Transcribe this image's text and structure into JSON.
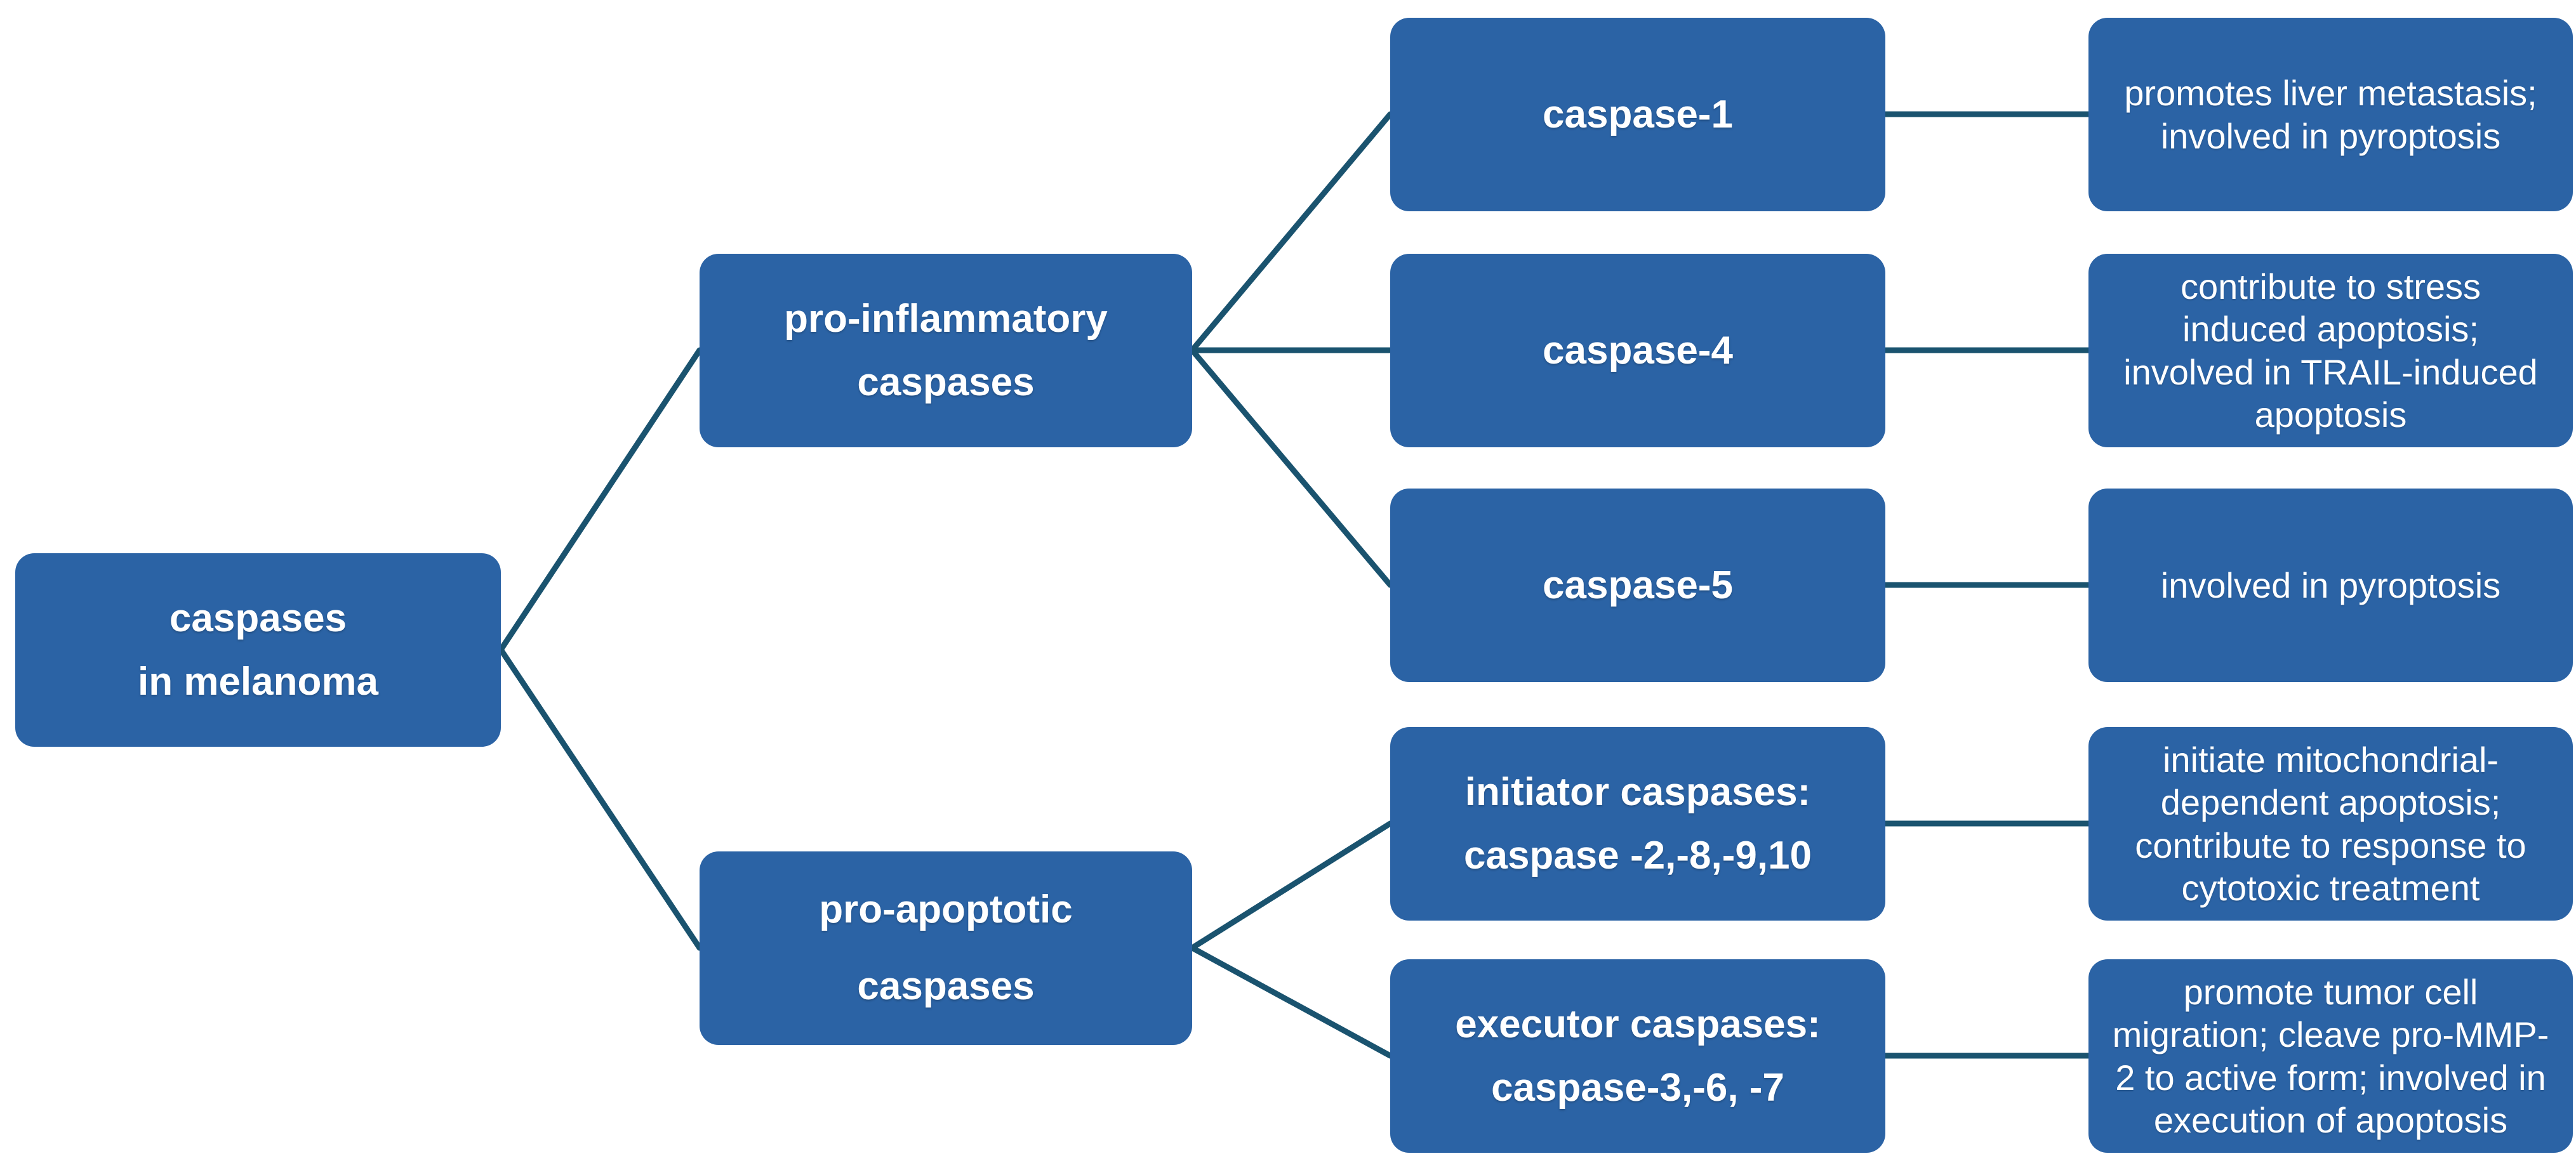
{
  "colors": {
    "node_fill": "#2b63a5",
    "connector": "#1a536f",
    "text": "#ffffff",
    "background": "#ffffff"
  },
  "tree": {
    "root": {
      "label": "caspases\nin melanoma"
    },
    "categories": [
      {
        "label": "pro-inflammatory\ncaspases"
      },
      {
        "label": "pro-apoptotic\ncaspases"
      }
    ],
    "leaves": [
      {
        "parent": "pro-inflammatory caspases",
        "label": "caspase-1",
        "description": "promotes liver metastasis;\ninvolved in pyroptosis"
      },
      {
        "parent": "pro-inflammatory caspases",
        "label": "caspase-4",
        "description": "contribute to stress\ninduced apoptosis;\ninvolved in TRAIL-induced\napoptosis"
      },
      {
        "parent": "pro-inflammatory caspases",
        "label": "caspase-5",
        "description": "involved in pyroptosis"
      },
      {
        "parent": "pro-apoptotic caspases",
        "label": "initiator caspases:\ncaspase -2,-8,-9,10",
        "description": "initiate mitochondrial-\ndependent apoptosis;\ncontribute to response to\ncytotoxic treatment"
      },
      {
        "parent": "pro-apoptotic caspases",
        "label": "executor caspases:\ncaspase-3,-6, -7",
        "description": "promote tumor cell\nmigration; cleave pro-MMP-\n2 to active form; involved in\nexecution of apoptosis"
      }
    ]
  }
}
